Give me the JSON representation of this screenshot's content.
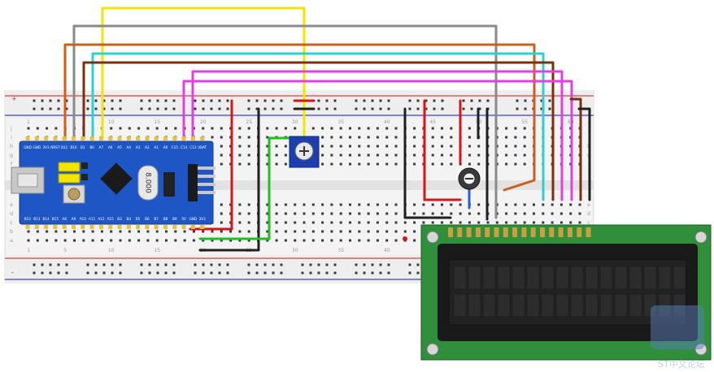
{
  "breadboard": {
    "column_numbers": [
      "1",
      "5",
      "10",
      "15",
      "20",
      "25",
      "30",
      "35",
      "40",
      "45",
      "50",
      "55",
      "60"
    ],
    "row_letters_top": [
      "j",
      "i",
      "h",
      "g",
      "f"
    ],
    "row_letters_bottom": [
      "e",
      "d",
      "c",
      "b",
      "a"
    ],
    "rail_marks": [
      "+",
      "-"
    ]
  },
  "mcu": {
    "top_pins": [
      "GND",
      "GND",
      "3V3",
      "NRST",
      "B11",
      "B10",
      "B1",
      "B0",
      "A7",
      "A6",
      "A5",
      "A4",
      "A3",
      "A2",
      "A1",
      "A0",
      "C15",
      "C14",
      "C13",
      "VBAT"
    ],
    "bottom_pins": [
      "B12",
      "B13",
      "B14",
      "B15",
      "A8",
      "A9",
      "A10",
      "A11",
      "A12",
      "A15",
      "B3",
      "B4",
      "B5",
      "B6",
      "B7",
      "B8",
      "B9",
      "5V",
      "GND",
      "3V3"
    ],
    "crystal_label": "8.000"
  },
  "watermark": {
    "text": "ST中文论坛"
  },
  "colors": {
    "board": "#f2f2f2",
    "rail_red": "#e04040",
    "rail_blue": "#4040c0",
    "mcu": "#1e56c6",
    "lcd_pcb": "#2f8f3a",
    "lcd_screen": "#222222",
    "pot": "#1c3fb0",
    "wire_yellow": "#f2e600",
    "wire_gray": "#8a8a8a",
    "wire_orange": "#c8601e",
    "wire_cyan": "#2fd0d0",
    "wire_brown": "#7a3010",
    "wire_magenta": "#e040e0",
    "wire_red": "#d01818",
    "wire_black": "#202020",
    "wire_green": "#20c020",
    "wire_blue": "#2060e0"
  }
}
